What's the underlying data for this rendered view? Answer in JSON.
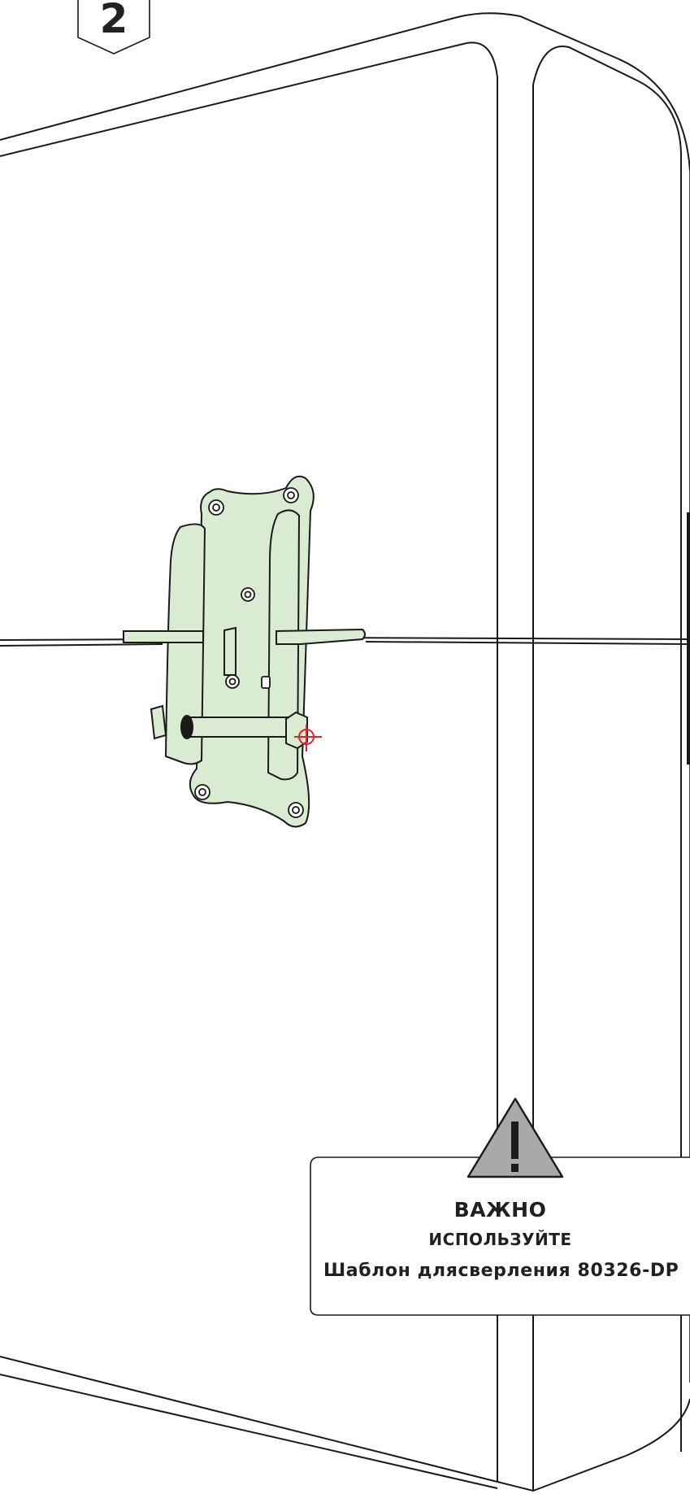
{
  "step": {
    "number": "2"
  },
  "notice": {
    "title": "ВАЖНО",
    "subtitle": "ИСПОЛЬЗУЙТЕ",
    "instruction": "Шаблон длясверления 80326-DP"
  },
  "colors": {
    "bracket_fill": "#d9ecd2",
    "outline": "#1a1a1a",
    "marker": "#e8202a",
    "warning_fill": "#a8a9a8"
  },
  "icons": [
    "step-badge-icon",
    "warning-triangle-icon",
    "drill-target-icon"
  ]
}
